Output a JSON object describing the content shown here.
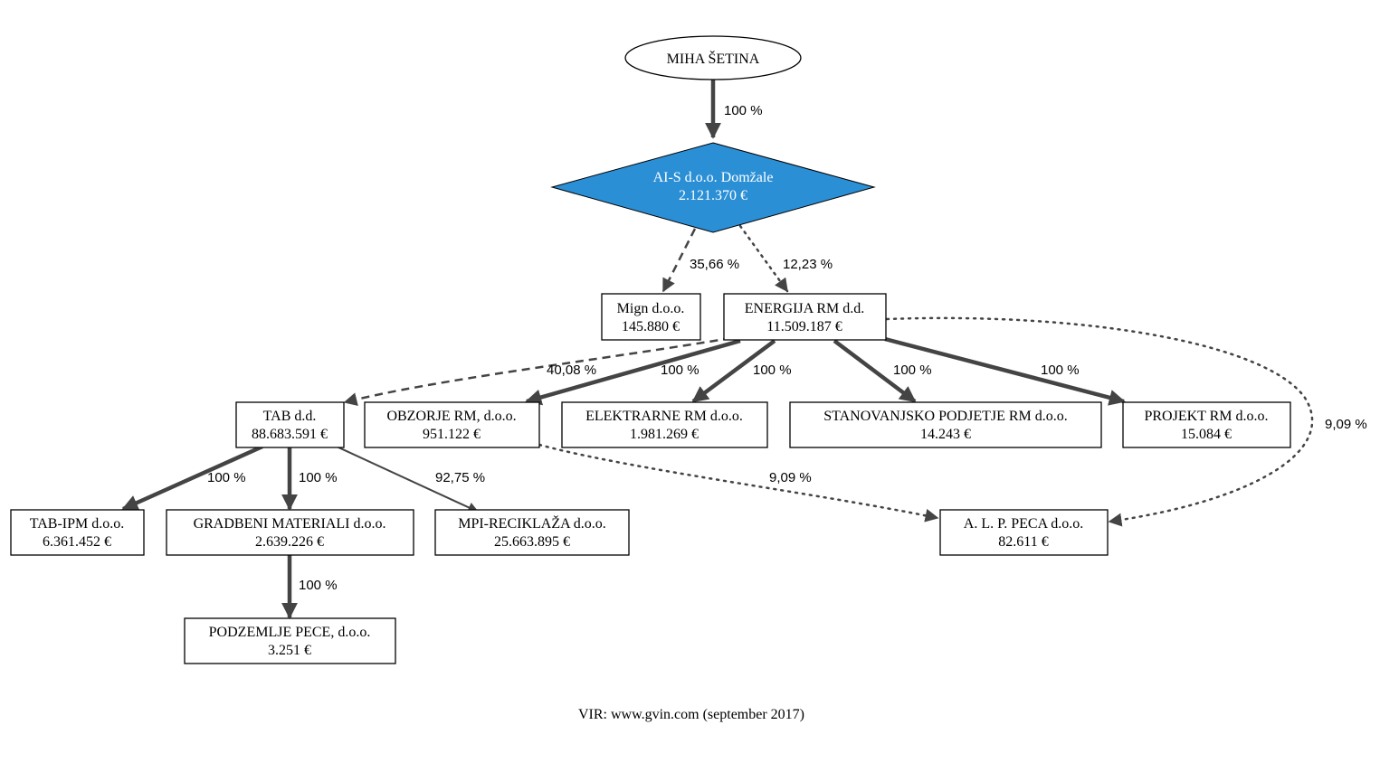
{
  "colors": {
    "accent": "#2b8fd6",
    "edge": "#444444"
  },
  "nodes": {
    "miha": {
      "name": "MIHA ŠETINA"
    },
    "ais": {
      "name": "AI-S d.o.o. Domžale",
      "value": "2.121.370 €"
    },
    "mign": {
      "name": "Mign d.o.o.",
      "value": "145.880 €"
    },
    "energija": {
      "name": "ENERGIJA RM d.d.",
      "value": "11.509.187 €"
    },
    "tab": {
      "name": "TAB d.d.",
      "value": "88.683.591 €"
    },
    "obzorje": {
      "name": "OBZORJE RM, d.o.o.",
      "value": "951.122 €"
    },
    "elektrarne": {
      "name": "ELEKTRARNE RM d.o.o.",
      "value": "1.981.269 €"
    },
    "stanovanjsko": {
      "name": "STANOVANJSKO PODJETJE RM d.o.o.",
      "value": "14.243 €"
    },
    "projekt": {
      "name": "PROJEKT RM d.o.o.",
      "value": "15.084 €"
    },
    "tabipm": {
      "name": "TAB-IPM d.o.o.",
      "value": "6.361.452 €"
    },
    "gradbeni": {
      "name": "GRADBENI MATERIALI d.o.o.",
      "value": "2.639.226 €"
    },
    "mpi": {
      "name": "MPI-RECIKLAŽA d.o.o.",
      "value": "25.663.895 €"
    },
    "alp": {
      "name": "A. L. P. PECA d.o.o.",
      "value": "82.611 €"
    },
    "podzemlje": {
      "name": "PODZEMLJE PECE, d.o.o.",
      "value": "3.251 €"
    }
  },
  "edges": {
    "miha_ais": "100 %",
    "ais_mign": "35,66 %",
    "ais_energija": "12,23 %",
    "energija_tab": "40,08 %",
    "energija_obzorje": "100 %",
    "energija_elektrarne": "100 %",
    "energija_stanovanjsko": "100 %",
    "energija_projekt": "100 %",
    "energija_alp": "9,09 %",
    "tab_tabipm": "100 %",
    "tab_gradbeni": "100 %",
    "tab_mpi": "92,75 %",
    "obzorje_alp": "9,09 %",
    "gradbeni_podzemlje": "100 %"
  },
  "source": "VIR: www.gvin.com (september 2017)"
}
